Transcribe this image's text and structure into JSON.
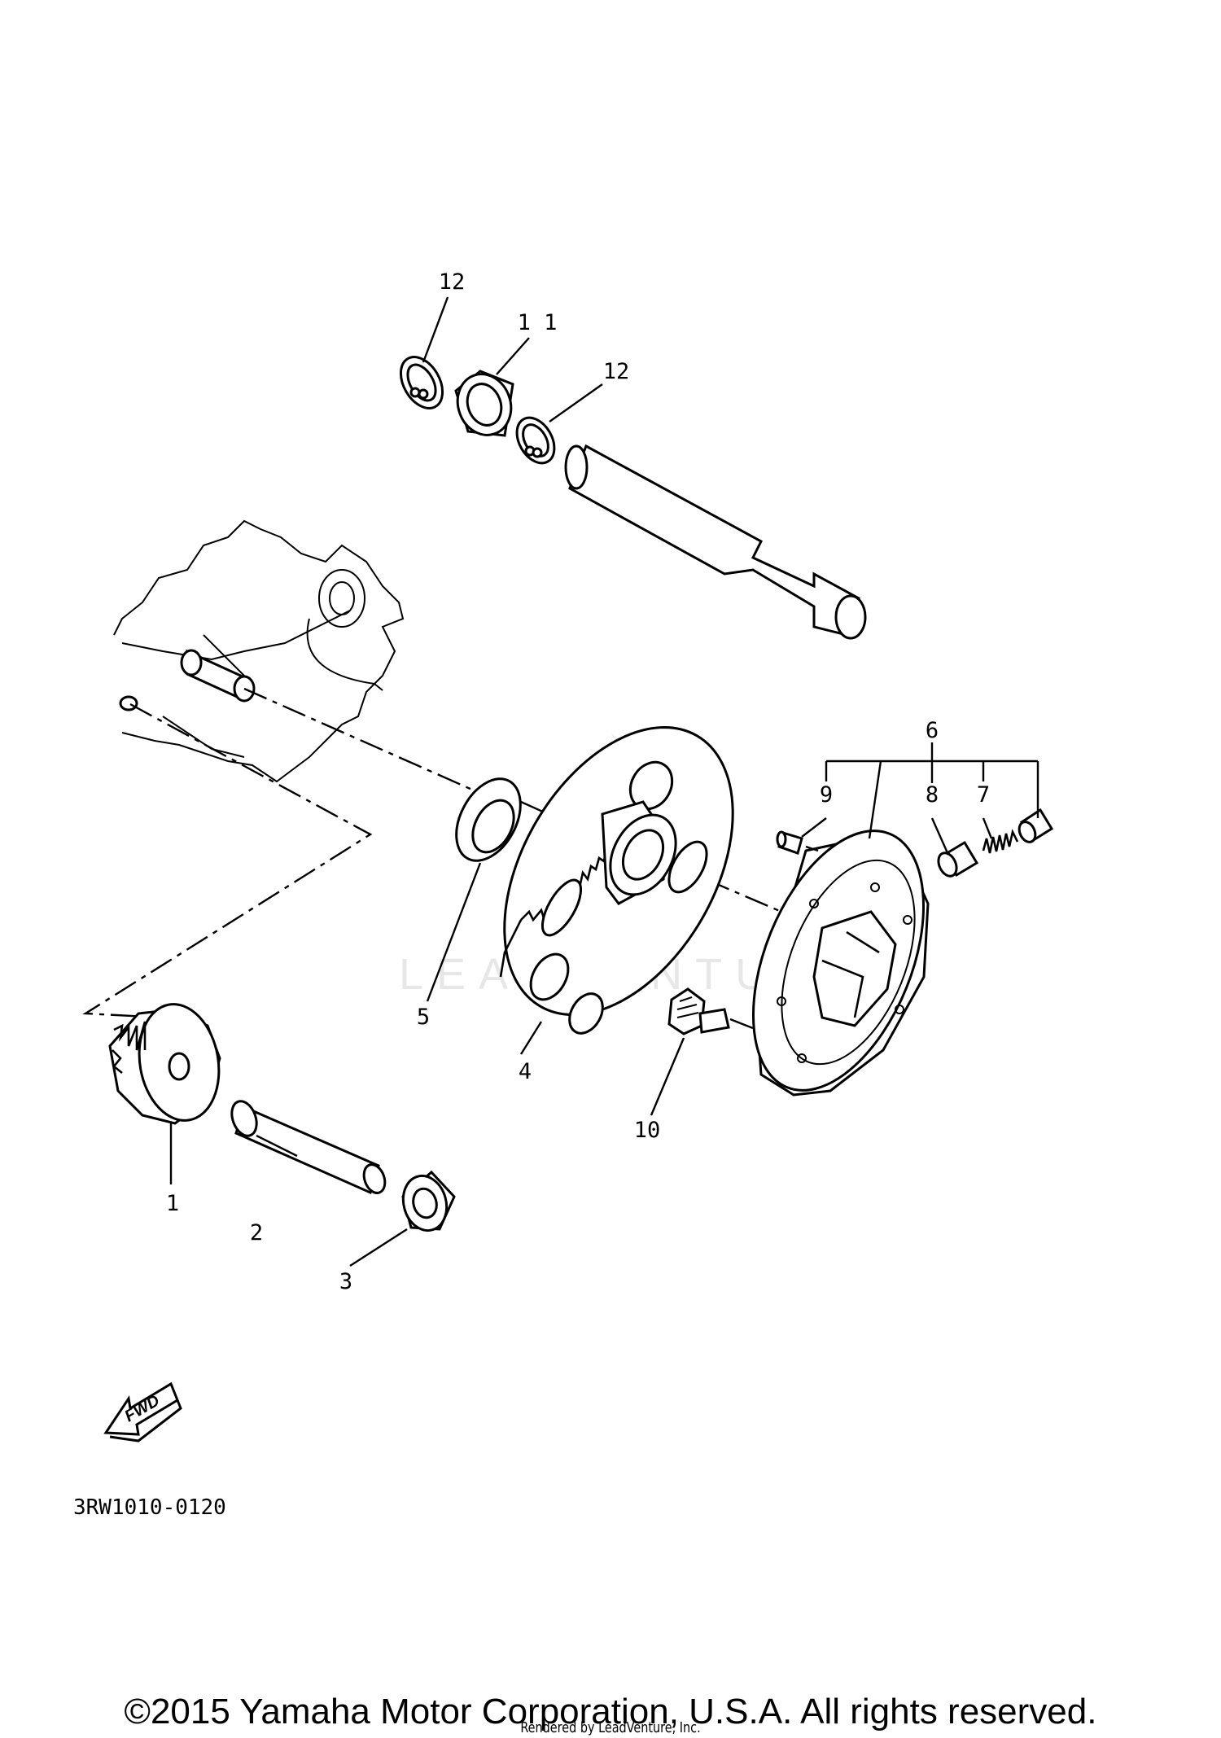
{
  "diagram": {
    "callouts": {
      "c1": "1",
      "c2": "2",
      "c3": "3",
      "c4": "4",
      "c5": "5",
      "c6": "6",
      "c7": "7",
      "c8": "8",
      "c9": "9",
      "c10": "10",
      "c11": "1 1",
      "c12a": "12",
      "c12b": "12"
    },
    "diagram_code": "3RW1010-0120",
    "fwd_label": "FWD",
    "watermark": "LEADVENTURE"
  },
  "footer": {
    "copyright": "©2015 Yamaha Motor Corporation, U.S.A. All rights reserved.",
    "rendered_by": "Rendered by LeadVenture, Inc."
  }
}
